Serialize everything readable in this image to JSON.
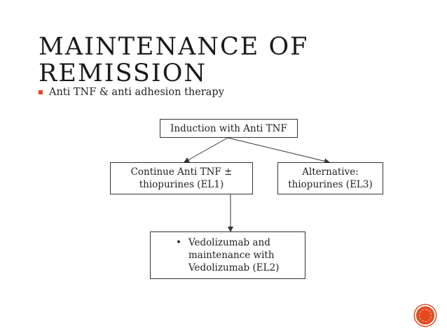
{
  "slide": {
    "title_lines": [
      "MAINTENANCE OF",
      "REMISSION"
    ],
    "bullet": "Anti TNF & anti adhesion therapy"
  },
  "diagram": {
    "induction": "Induction with Anti TNF",
    "continue_lines": [
      "Continue Anti TNF ±",
      "thiopurines (EL1)"
    ],
    "alternative_lines": [
      "Alternative:",
      "thiopurines (EL3)"
    ],
    "vedo_bullet": "•",
    "vedo_lines": [
      "Vedolizumab and",
      "maintenance with",
      "Vedolizumab (EL2)"
    ]
  },
  "colors": {
    "accent": "#e34a1e",
    "border": "#333333"
  },
  "icons": {
    "bullet": "square-bullet-icon",
    "badge": "page-badge-icon"
  }
}
